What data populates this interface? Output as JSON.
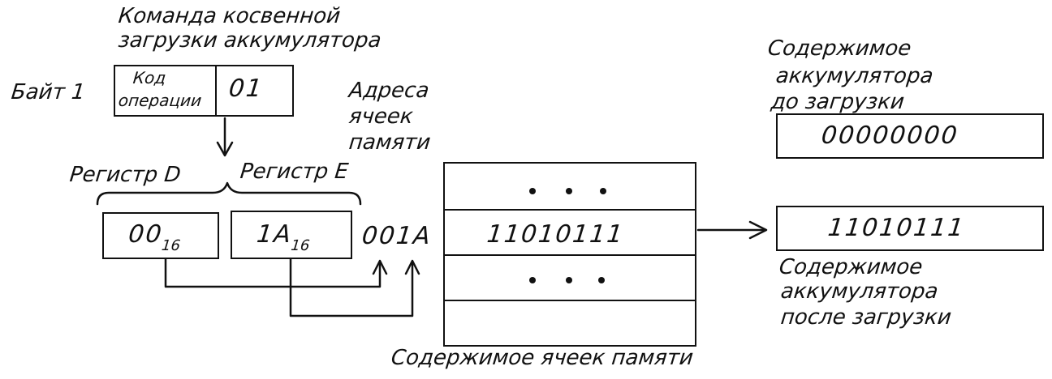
{
  "instruction_title": [
    "Команда косвенной",
    "загрузки аккумулятора"
  ],
  "byte_label": "Байт 1",
  "opcode_label": [
    "Код",
    "операции"
  ],
  "operand_value": "01",
  "register_d_label": "Регистр D",
  "register_e_label": "Регистр E",
  "register_d_value": {
    "main": "00",
    "sub": "16"
  },
  "register_e_value": {
    "main": "1A",
    "sub": "16"
  },
  "address_title": [
    "Адреса",
    "ячеек",
    "памяти"
  ],
  "address_value": "001A",
  "memory_cell_value": "11010111",
  "memory_caption": "Содержимое ячеек памяти",
  "acc_before_title": [
    "Содержимое",
    "аккумулятора",
    "до загрузки"
  ],
  "acc_before_value": "00000000",
  "acc_after_value": "11010111",
  "acc_after_title": [
    "Содержимое",
    "аккумулятора",
    "после загрузки"
  ]
}
